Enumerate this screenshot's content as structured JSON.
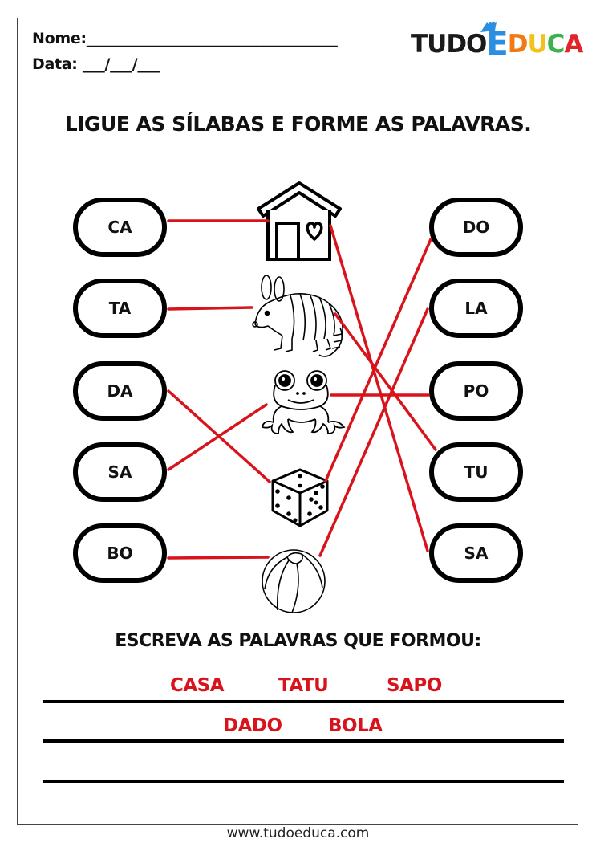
{
  "header": {
    "name_label": "Nome:__________________________________",
    "date_label": "Data: ___/___/___"
  },
  "logo": {
    "part_dark": "TUDO",
    "part_e": "E",
    "part_d": "D",
    "part_u": "U",
    "part_c": "C",
    "part_a": "A",
    "colors": {
      "dark": "#1a1a1a",
      "e": "#2a8fe0",
      "d": "#f07a15",
      "u": "#f2c21a",
      "c": "#3bb24a",
      "a": "#e0242a"
    }
  },
  "title": "LIGUE AS SÍLABAS E FORME AS PALAVRAS.",
  "left_syllables": [
    "CA",
    "TA",
    "DA",
    "SA",
    "BO"
  ],
  "right_syllables": [
    "DO",
    "LA",
    "PO",
    "TU",
    "SA"
  ],
  "pictures": [
    "house-icon",
    "armadillo-icon",
    "frog-icon",
    "dice-icon",
    "ball-icon"
  ],
  "connection_color": "#d8131c",
  "subtitle": "ESCREVA AS PALAVRAS QUE FORMOU:",
  "answers": {
    "row1": [
      "CASA",
      "TATU",
      "SAPO"
    ],
    "row2": [
      "DADO",
      "BOLA"
    ]
  },
  "footer": "www.tudoeduca.com"
}
